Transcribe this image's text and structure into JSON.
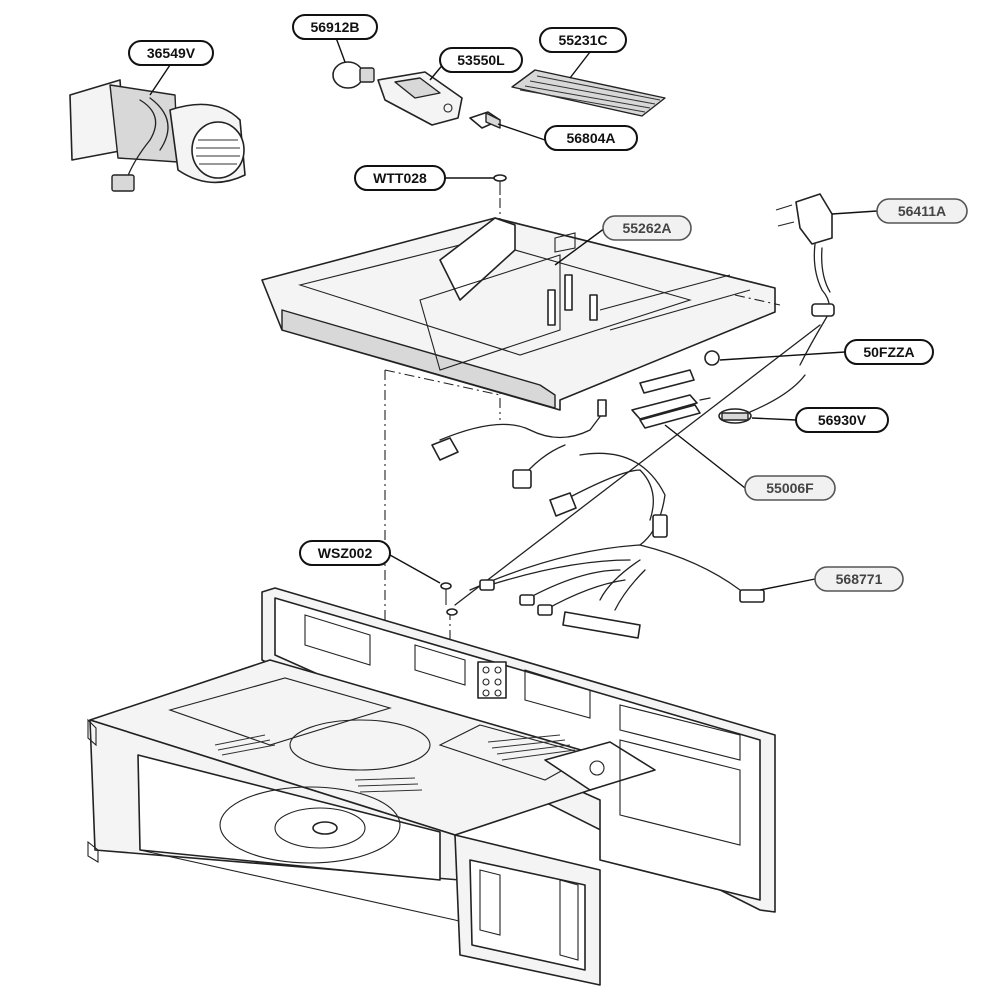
{
  "callouts": [
    {
      "id": "36549V",
      "label": "36549V"
    },
    {
      "id": "56912B",
      "label": "56912B"
    },
    {
      "id": "53550L",
      "label": "53550L"
    },
    {
      "id": "55231C",
      "label": "55231C"
    },
    {
      "id": "56804A",
      "label": "56804A"
    },
    {
      "id": "WTT028",
      "label": "WTT028"
    },
    {
      "id": "55262A",
      "label": "55262A"
    },
    {
      "id": "56411A",
      "label": "56411A"
    },
    {
      "id": "50FZZA",
      "label": "50FZZA"
    },
    {
      "id": "56930V",
      "label": "56930V"
    },
    {
      "id": "55006F",
      "label": "55006F"
    },
    {
      "id": "WSZ002",
      "label": "WSZ002"
    },
    {
      "id": "568771",
      "label": "568771"
    }
  ]
}
